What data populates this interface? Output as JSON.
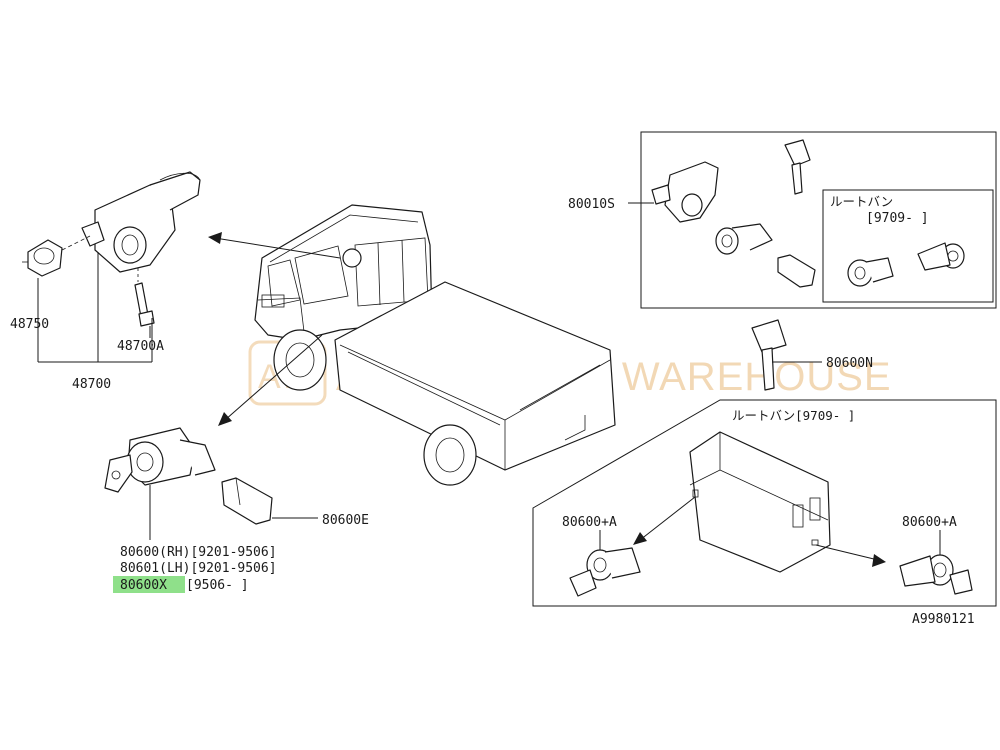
{
  "labels": {
    "p48750": "48750",
    "p48700A": "48700A",
    "p48700": "48700",
    "p80010S": "80010S",
    "p80600N": "80600N",
    "p80600E": "80600E",
    "p80600RH": "80600(RH)[9201-9506]",
    "p80601LH": "80601(LH)[9201-9506]",
    "p80600X": "80600X",
    "p80600X_range": "[9506-     ]",
    "p80600A_left": "80600+A",
    "p80600A_right": "80600+A",
    "box1_title": "ルートバン",
    "box1_range": "[9709-     ]",
    "box2_title": "ルートバン[9709-     ]",
    "figure_code": "A9980121"
  },
  "watermark": {
    "logo_letters": "AW",
    "text": "AUTOMOTIVE WAREHOUSE"
  },
  "colors": {
    "highlight": "#8fe08a",
    "watermark": "#e9b97a",
    "line": "#1a1a1a"
  }
}
